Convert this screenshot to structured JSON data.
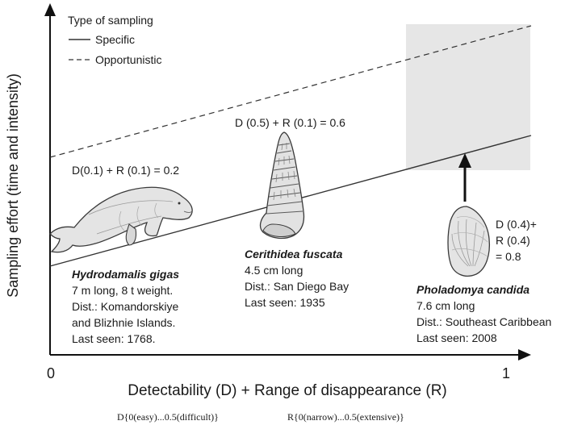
{
  "axes": {
    "y_label": "Sampling effort (time and intensity)",
    "x_label": "Detectability (D) + Range of disappearance (R)",
    "x_tick_start": "0",
    "x_tick_end": "1"
  },
  "legend": {
    "title": "Type of sampling",
    "specific": "Specific",
    "opportunistic": "Opportunistic"
  },
  "species": [
    {
      "formula": "D(0.1) + R (0.1) = 0.2",
      "name": "Hydrodamalis gigas",
      "lines": [
        "7 m long, 8 t weight.",
        "Dist.: Komandorskiye",
        "and Blizhnie Islands.",
        "Last seen: 1768."
      ],
      "illustration": "sea-cow-illustration"
    },
    {
      "formula": "D (0.5) + R (0.1) = 0.6",
      "name": "Cerithidea fuscata",
      "lines": [
        "4.5 cm long",
        "Dist.: San Diego Bay",
        "Last seen: 1935"
      ],
      "illustration": "snail-shell-illustration"
    },
    {
      "formula_lines": [
        "D (0.4)+",
        "R (0.4)",
        "= 0.8"
      ],
      "name": "Pholadomya candida",
      "lines": [
        "7.6 cm long",
        "Dist.: Southeast Caribbean",
        "Last seen: 2008"
      ],
      "illustration": "clam-shell-illustration"
    }
  ],
  "footnote": {
    "d_scale": "D{0(easy)...0.5(difficult)}",
    "r_scale": "R{0(narrow)...0.5(extensive)}"
  },
  "colors": {
    "axis": "#111111",
    "lines": "#333333",
    "shade": "#e6e6e6"
  }
}
